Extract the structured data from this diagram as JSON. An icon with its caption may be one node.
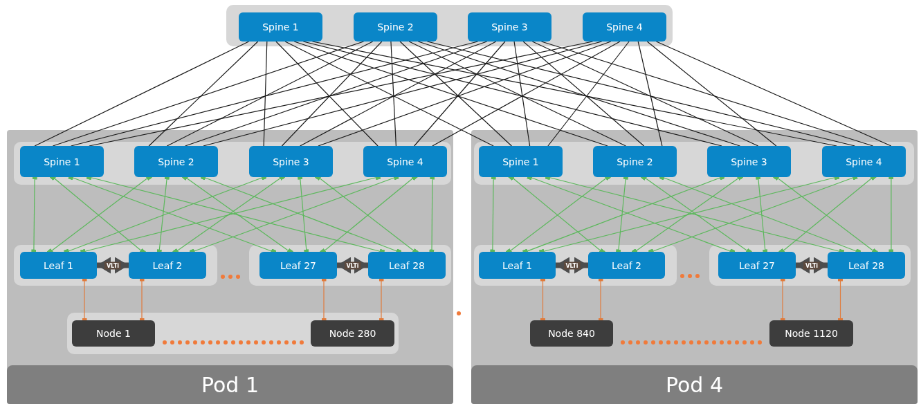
{
  "diagram": {
    "nodes": [
      {
        "text": [],
        "shape": "box"
      },
      {
        "text": [
          "Spine 1"
        ],
        "in": 0
      },
      {
        "text": [
          "Spine 2"
        ],
        "in": 0
      },
      {
        "text": [
          "Spine 3"
        ],
        "in": 0
      },
      {
        "text": [
          "Spine 4"
        ],
        "in": 0
      },
      {
        "text": [
          "Pod 1"
        ]
      },
      {
        "text": [],
        "shape": "box",
        "in": 5
      },
      {
        "text": [
          "Spine 1"
        ],
        "in": 6
      },
      {
        "text": [
          "Spine 2"
        ],
        "in": 6
      },
      {
        "text": [
          "Spine 3"
        ],
        "in": 6
      },
      {
        "text": [
          "Spine 4"
        ],
        "in": 6
      },
      {
        "text": [],
        "shape": "box",
        "in": 5
      },
      {
        "text": [
          "Leaf 1"
        ],
        "in": 11
      },
      {
        "text": [
          "Leaf 2"
        ],
        "in": 11
      },
      {
        "text": [],
        "shape": "box",
        "in": 5
      },
      {
        "text": [
          "Leaf 27"
        ],
        "in": 14
      },
      {
        "text": [
          "Leaf 28"
        ],
        "in": 14
      },
      {
        "text": [],
        "shape": "box",
        "in": 5
      },
      {
        "text": [
          "Node 1"
        ],
        "in": 17
      },
      {
        "text": [
          "Node 280"
        ],
        "in": 17
      },
      {
        "text": [
          "Pod 4"
        ]
      },
      {
        "text": [],
        "shape": "box",
        "in": 20
      },
      {
        "text": [
          "Spine 1"
        ],
        "in": 21
      },
      {
        "text": [
          "Spine 2"
        ],
        "in": 21
      },
      {
        "text": [
          "Spine 3"
        ],
        "in": 21
      },
      {
        "text": [
          "Spine 4"
        ],
        "in": 21
      },
      {
        "text": [],
        "shape": "box",
        "in": 20
      },
      {
        "text": [
          "Leaf 1"
        ],
        "in": 26
      },
      {
        "text": [
          "Leaf 2"
        ],
        "in": 26
      },
      {
        "text": [],
        "shape": "box",
        "in": 20
      },
      {
        "text": [
          "Leaf 27"
        ],
        "in": 29
      },
      {
        "text": [
          "Leaf 28"
        ],
        "in": 29
      },
      {
        "text": [
          "Node 840"
        ],
        "in": 20
      },
      {
        "text": [
          "Node 1120"
        ],
        "in": 20
      }
    ],
    "edges": [
      {
        "from": 1,
        "to": 7,
        "arrow": "none"
      },
      {
        "from": 1,
        "to": 8,
        "arrow": "none"
      },
      {
        "from": 1,
        "to": 9,
        "arrow": "none"
      },
      {
        "from": 1,
        "to": 10,
        "arrow": "none"
      },
      {
        "from": 1,
        "to": 22,
        "arrow": "none"
      },
      {
        "from": 1,
        "to": 23,
        "arrow": "none"
      },
      {
        "from": 1,
        "to": 24,
        "arrow": "none"
      },
      {
        "from": 1,
        "to": 25,
        "arrow": "none"
      },
      {
        "from": 2,
        "to": 7,
        "arrow": "none"
      },
      {
        "from": 2,
        "to": 8,
        "arrow": "none"
      },
      {
        "from": 2,
        "to": 9,
        "arrow": "none"
      },
      {
        "from": 2,
        "to": 10,
        "arrow": "none"
      },
      {
        "from": 2,
        "to": 22,
        "arrow": "none"
      },
      {
        "from": 2,
        "to": 23,
        "arrow": "none"
      },
      {
        "from": 2,
        "to": 24,
        "arrow": "none"
      },
      {
        "from": 2,
        "to": 25,
        "arrow": "none"
      },
      {
        "from": 3,
        "to": 7,
        "arrow": "none"
      },
      {
        "from": 3,
        "to": 8,
        "arrow": "none"
      },
      {
        "from": 3,
        "to": 9,
        "arrow": "none"
      },
      {
        "from": 3,
        "to": 10,
        "arrow": "none"
      },
      {
        "from": 3,
        "to": 22,
        "arrow": "none"
      },
      {
        "from": 3,
        "to": 23,
        "arrow": "none"
      },
      {
        "from": 3,
        "to": 24,
        "arrow": "none"
      },
      {
        "from": 3,
        "to": 25,
        "arrow": "none"
      },
      {
        "from": 4,
        "to": 7,
        "arrow": "none"
      },
      {
        "from": 4,
        "to": 8,
        "arrow": "none"
      },
      {
        "from": 4,
        "to": 9,
        "arrow": "none"
      },
      {
        "from": 4,
        "to": 10,
        "arrow": "none"
      },
      {
        "from": 4,
        "to": 22,
        "arrow": "none"
      },
      {
        "from": 4,
        "to": 23,
        "arrow": "none"
      },
      {
        "from": 4,
        "to": 24,
        "arrow": "none"
      },
      {
        "from": 4,
        "to": 25,
        "arrow": "none"
      },
      {
        "from": 7,
        "to": 12,
        "arrow": "other",
        "color": "#5cb85c"
      },
      {
        "from": 7,
        "to": 13,
        "arrow": "other",
        "color": "#5cb85c"
      },
      {
        "from": 7,
        "to": 15,
        "arrow": "other",
        "color": "#5cb85c"
      },
      {
        "from": 7,
        "to": 16,
        "arrow": "other",
        "color": "#5cb85c"
      },
      {
        "from": 8,
        "to": 12,
        "arrow": "other",
        "color": "#5cb85c"
      },
      {
        "from": 8,
        "to": 13,
        "arrow": "other",
        "color": "#5cb85c"
      },
      {
        "from": 8,
        "to": 15,
        "arrow": "other",
        "color": "#5cb85c"
      },
      {
        "from": 8,
        "to": 16,
        "arrow": "other",
        "color": "#5cb85c"
      },
      {
        "from": 9,
        "to": 12,
        "arrow": "other",
        "color": "#5cb85c"
      },
      {
        "from": 9,
        "to": 13,
        "arrow": "other",
        "color": "#5cb85c"
      },
      {
        "from": 9,
        "to": 15,
        "arrow": "other",
        "color": "#5cb85c"
      },
      {
        "from": 9,
        "to": 16,
        "arrow": "other",
        "color": "#5cb85c"
      },
      {
        "from": 10,
        "to": 12,
        "arrow": "other",
        "color": "#5cb85c"
      },
      {
        "from": 10,
        "to": 13,
        "arrow": "other",
        "color": "#5cb85c"
      },
      {
        "from": 10,
        "to": 15,
        "arrow": "other",
        "color": "#5cb85c"
      },
      {
        "from": 10,
        "to": 16,
        "arrow": "other",
        "color": "#5cb85c"
      },
      {
        "from": 22,
        "to": 27,
        "arrow": "other",
        "color": "#5cb85c"
      },
      {
        "from": 22,
        "to": 28,
        "arrow": "other",
        "color": "#5cb85c"
      },
      {
        "from": 22,
        "to": 30,
        "arrow": "other",
        "color": "#5cb85c"
      },
      {
        "from": 22,
        "to": 31,
        "arrow": "other",
        "color": "#5cb85c"
      },
      {
        "from": 23,
        "to": 27,
        "arrow": "other",
        "color": "#5cb85c"
      },
      {
        "from": 23,
        "to": 28,
        "arrow": "other",
        "color": "#5cb85c"
      },
      {
        "from": 23,
        "to": 30,
        "arrow": "other",
        "color": "#5cb85c"
      },
      {
        "from": 23,
        "to": 31,
        "arrow": "other",
        "color": "#5cb85c"
      },
      {
        "from": 24,
        "to": 27,
        "arrow": "other",
        "color": "#5cb85c"
      },
      {
        "from": 24,
        "to": 28,
        "arrow": "other",
        "color": "#5cb85c"
      },
      {
        "from": 24,
        "to": 30,
        "arrow": "other",
        "color": "#5cb85c"
      },
      {
        "from": 24,
        "to": 31,
        "arrow": "other",
        "color": "#5cb85c"
      },
      {
        "from": 25,
        "to": 27,
        "arrow": "other",
        "color": "#5cb85c"
      },
      {
        "from": 25,
        "to": 28,
        "arrow": "other",
        "color": "#5cb85c"
      },
      {
        "from": 25,
        "to": 30,
        "arrow": "other",
        "color": "#5cb85c"
      },
      {
        "from": 25,
        "to": 31,
        "arrow": "other",
        "color": "#5cb85c"
      },
      {
        "from": 12,
        "to": 13,
        "arrow": "both",
        "label": "VLTi",
        "style": "thick",
        "color": "#4d4d4d"
      },
      {
        "from": 15,
        "to": 16,
        "arrow": "both",
        "label": "VLTi",
        "style": "thick",
        "color": "#4d4d4d"
      },
      {
        "from": 27,
        "to": 28,
        "arrow": "both",
        "label": "VLTi",
        "style": "thick",
        "color": "#4d4d4d"
      },
      {
        "from": 30,
        "to": 31,
        "arrow": "both",
        "label": "VLTi",
        "style": "thick",
        "color": "#4d4d4d"
      },
      {
        "from": 12,
        "to": 18,
        "arrow": "other",
        "color": "#e07b3c"
      },
      {
        "from": 13,
        "to": 18,
        "arrow": "other",
        "color": "#e07b3c"
      },
      {
        "from": 15,
        "to": 19,
        "arrow": "other",
        "color": "#e07b3c"
      },
      {
        "from": 16,
        "to": 19,
        "arrow": "other",
        "color": "#e07b3c"
      },
      {
        "from": 27,
        "to": 32,
        "arrow": "other",
        "color": "#e07b3c"
      },
      {
        "from": 28,
        "to": 32,
        "arrow": "other",
        "color": "#e07b3c"
      },
      {
        "from": 30,
        "to": 33,
        "arrow": "other",
        "color": "#e07b3c"
      },
      {
        "from": 31,
        "to": 33,
        "arrow": "other",
        "color": "#e07b3c"
      }
    ]
  }
}
